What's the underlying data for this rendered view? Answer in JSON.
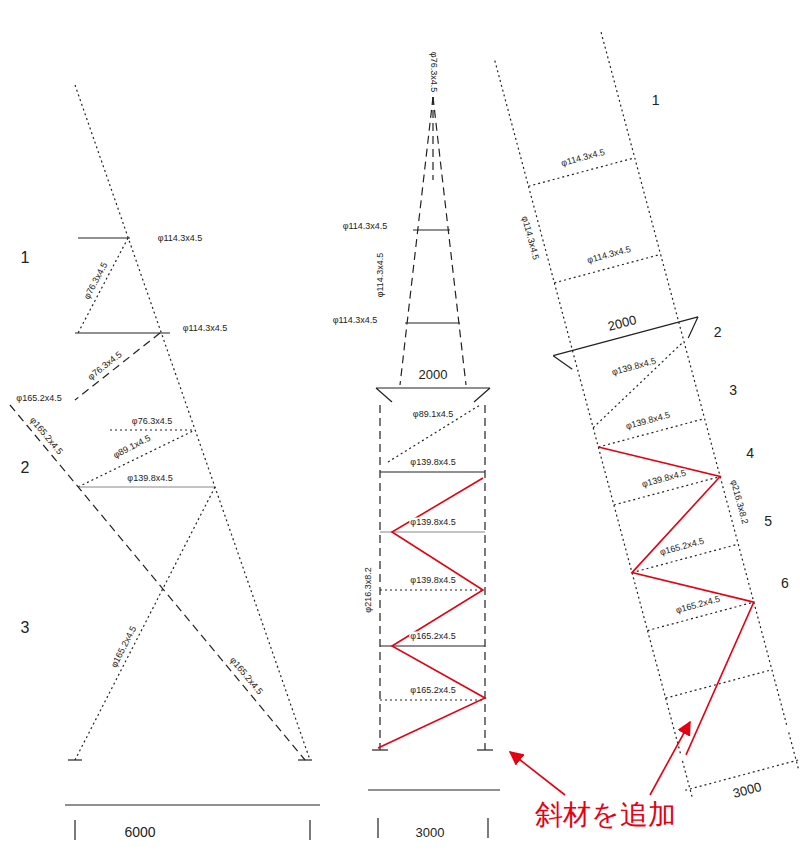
{
  "diagram": {
    "labels": [
      "1",
      "2",
      "3",
      "φ114.3x4.5",
      "φ76.3x4.5",
      "φ114.3x4.5",
      "φ76.3x4.5",
      "φ165.2x4.5",
      "φ165.2x4.5",
      "φ76.3x4.5",
      "φ89.1x4.5",
      "φ139.8x4.5",
      "φ165.2x4.5",
      "φ165.2x4.5",
      "6000",
      "φ76.3x4.5",
      "φ114.3x4.5",
      "φ114.3x4.5",
      "φ114.3x4.5",
      "2000",
      "φ89.1x4.5",
      "φ139.8x4.5",
      "φ139.8x4.5",
      "φ139.8x4.5",
      "φ165.2x4.5",
      "φ165.2x4.5",
      "φ216.3x8.2",
      "3000",
      "φ114.3x4.5",
      "φ114.3x4.5",
      "φ114.3x4.5",
      "2000",
      "φ139.8x4.5",
      "φ139.8x4.5",
      "φ139.8x4.5",
      "φ216.3x8.2",
      "φ165.2x4.5",
      "φ165.2x4.5",
      "3000",
      "1",
      "2",
      "3",
      "4",
      "5",
      "6",
      "斜材を追加"
    ]
  }
}
